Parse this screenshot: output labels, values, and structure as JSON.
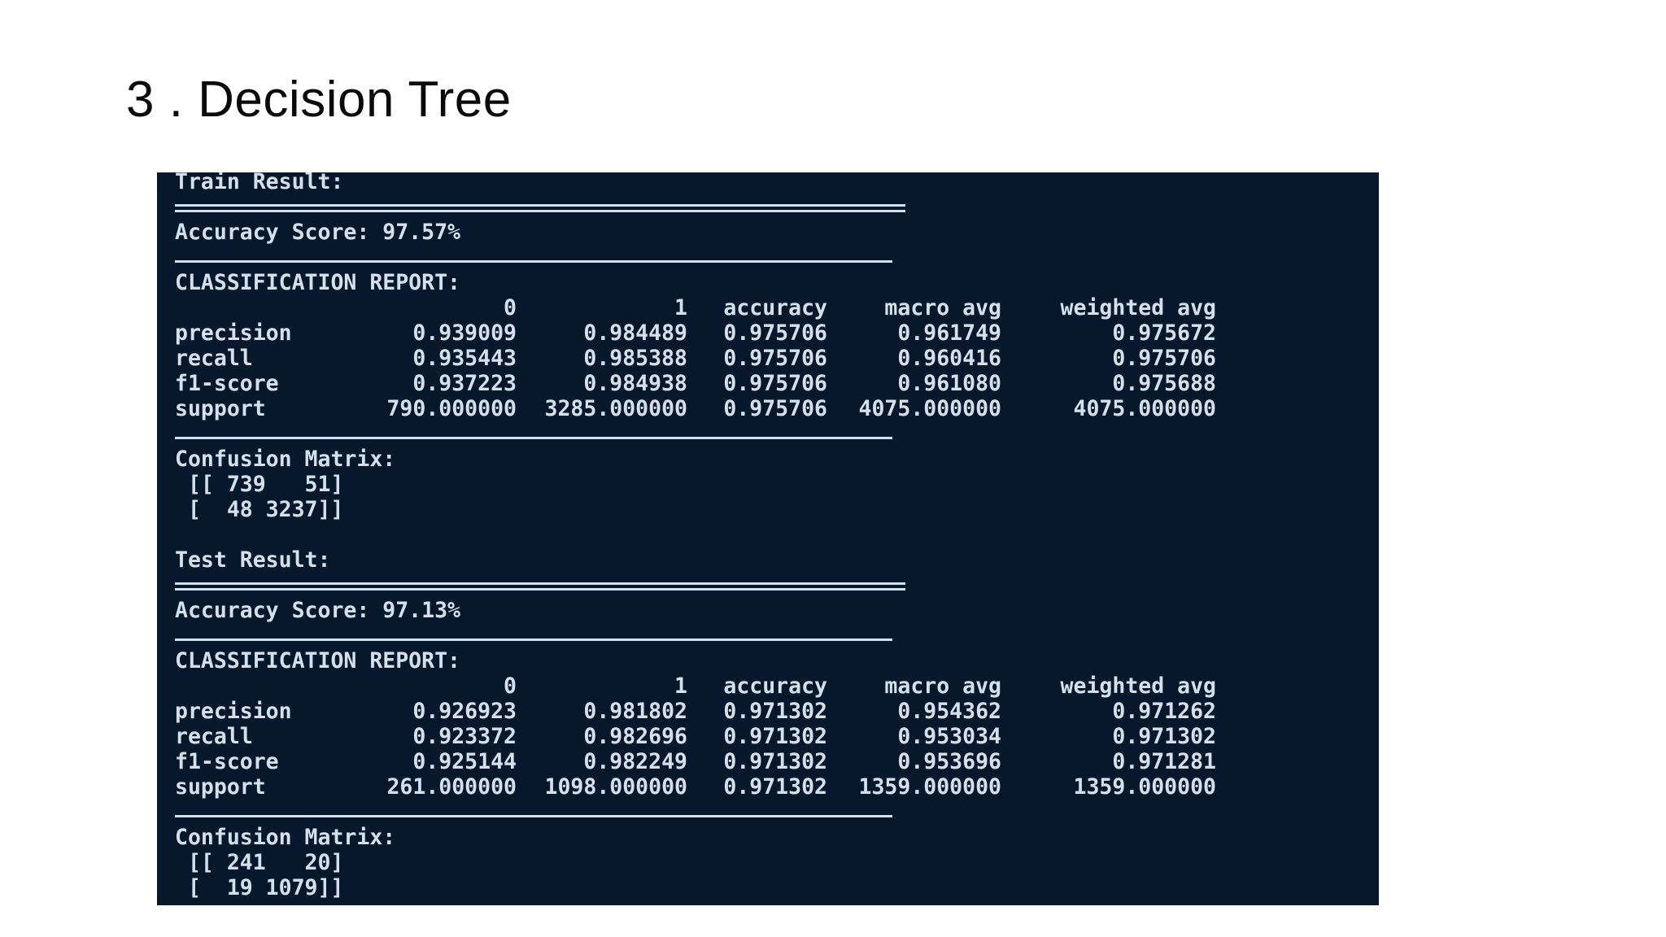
{
  "slide": {
    "title": "3 . Decision Tree"
  },
  "console": {
    "background_color": "#08182c",
    "text_color": "#d4e0ec",
    "train": {
      "heading": "Train Result:",
      "accuracy_line": "Accuracy Score: 97.57%",
      "report_heading": "CLASSIFICATION REPORT:",
      "columns": [
        "",
        "0",
        "1",
        "accuracy",
        "macro avg",
        "weighted avg"
      ],
      "rows": [
        {
          "label": "precision",
          "class_0": "0.939009",
          "class_1": "0.984489",
          "accuracy": "0.975706",
          "macro_avg": "0.961749",
          "weighted_avg": "0.975672"
        },
        {
          "label": "recall",
          "class_0": "0.935443",
          "class_1": "0.985388",
          "accuracy": "0.975706",
          "macro_avg": "0.960416",
          "weighted_avg": "0.975706"
        },
        {
          "label": "f1-score",
          "class_0": "0.937223",
          "class_1": "0.984938",
          "accuracy": "0.975706",
          "macro_avg": "0.961080",
          "weighted_avg": "0.975688"
        },
        {
          "label": "support",
          "class_0": "790.000000",
          "class_1": "3285.000000",
          "accuracy": "0.975706",
          "macro_avg": "4075.000000",
          "weighted_avg": "4075.000000"
        }
      ],
      "confusion_heading": "Confusion Matrix:",
      "confusion_row_1": " [[ 739   51]",
      "confusion_row_2": " [  48 3237]]"
    },
    "test": {
      "heading": "Test Result:",
      "accuracy_line": "Accuracy Score: 97.13%",
      "report_heading": "CLASSIFICATION REPORT:",
      "columns": [
        "",
        "0",
        "1",
        "accuracy",
        "macro avg",
        "weighted avg"
      ],
      "rows": [
        {
          "label": "precision",
          "class_0": "0.926923",
          "class_1": "0.981802",
          "accuracy": "0.971302",
          "macro_avg": "0.954362",
          "weighted_avg": "0.971262"
        },
        {
          "label": "recall",
          "class_0": "0.923372",
          "class_1": "0.982696",
          "accuracy": "0.971302",
          "macro_avg": "0.953034",
          "weighted_avg": "0.971302"
        },
        {
          "label": "f1-score",
          "class_0": "0.925144",
          "class_1": "0.982249",
          "accuracy": "0.971302",
          "macro_avg": "0.953696",
          "weighted_avg": "0.971281"
        },
        {
          "label": "support",
          "class_0": "261.000000",
          "class_1": "1098.000000",
          "accuracy": "0.971302",
          "macro_avg": "1359.000000",
          "weighted_avg": "1359.000000"
        }
      ],
      "confusion_heading": "Confusion Matrix:",
      "confusion_row_1": " [[ 241   20]",
      "confusion_row_2": " [  19 1079]]"
    }
  }
}
